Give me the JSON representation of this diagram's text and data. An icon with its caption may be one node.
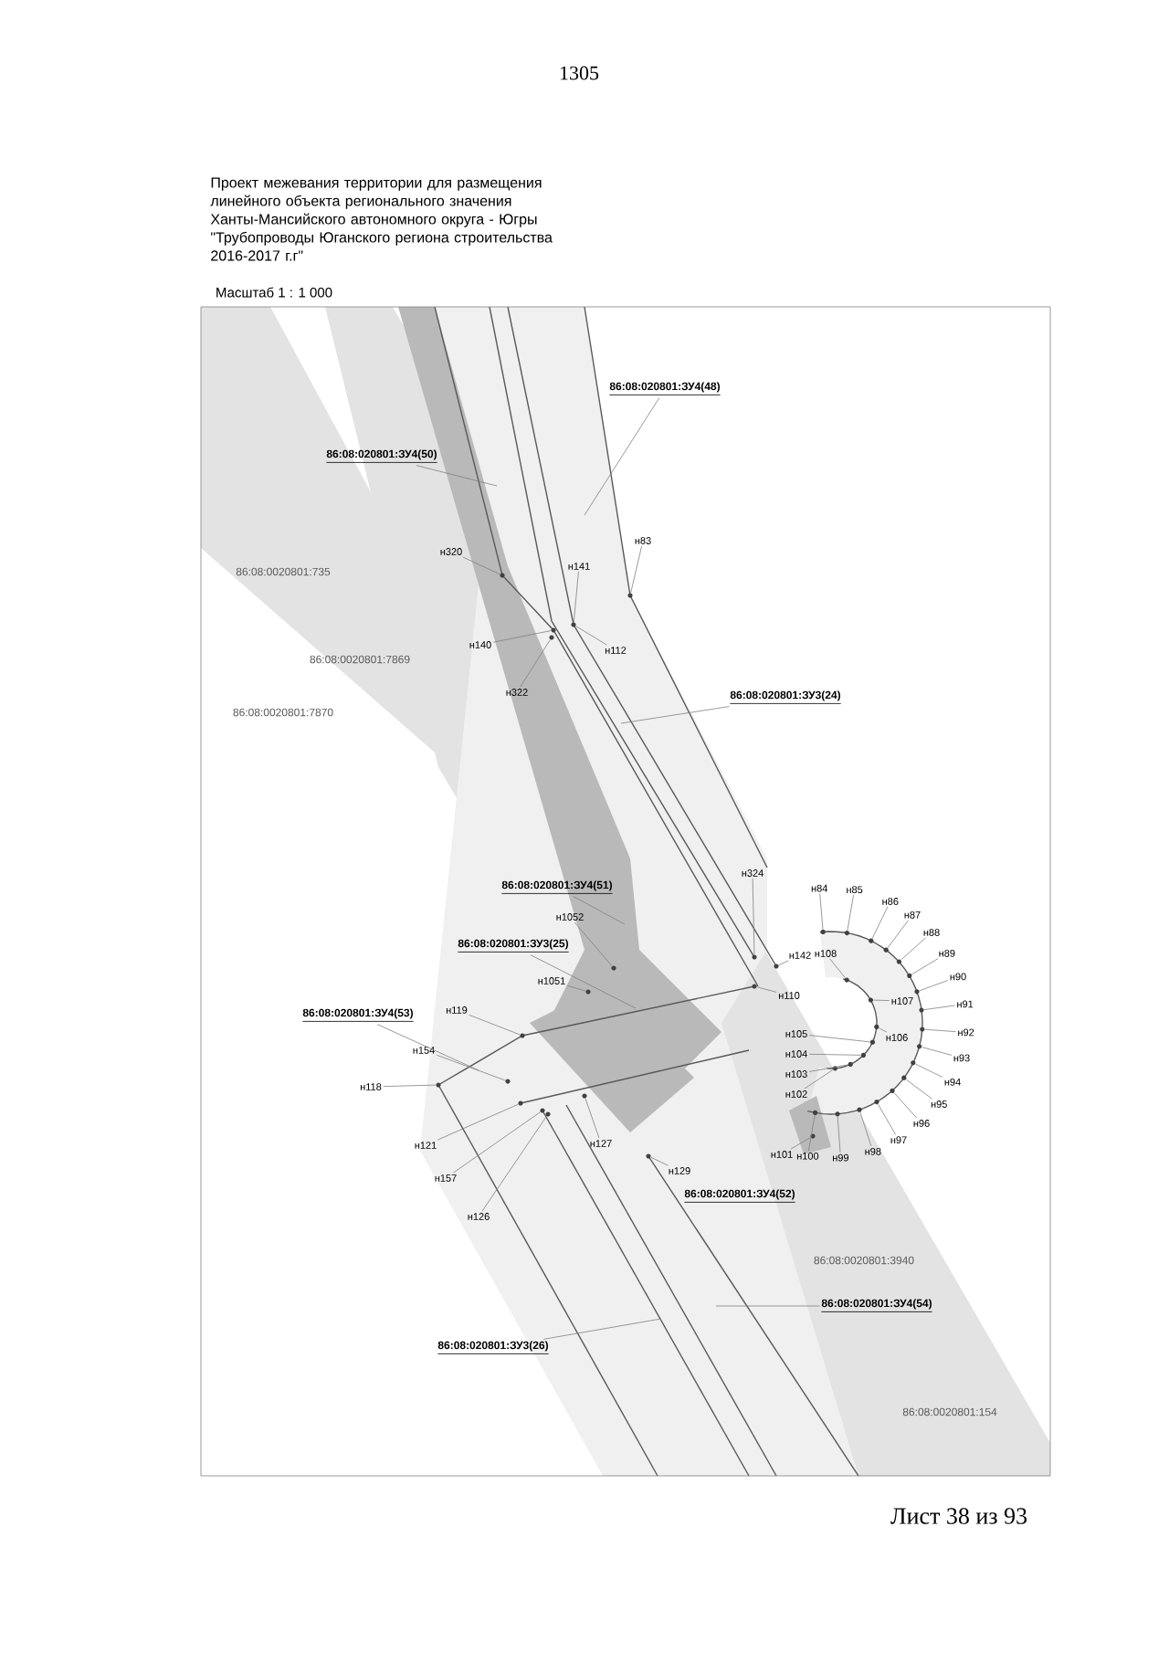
{
  "diagram": {
    "title": "Проект межевания территории для размещения линейного объекта регионального значения Ханты-Мансийского автономного округа - Югры \"Трубопроводы Юганского региона строительства 2016-2017 г.г\"",
    "nodes": [
      {
        "text": [
          "86:08:020801:ЗУ4(48)"
        ]
      },
      {
        "text": [
          "86:08:020801:ЗУ4(50)"
        ]
      },
      {
        "text": [
          "86:08:020801:ЗУ3(24)"
        ]
      },
      {
        "text": [
          "86:08:020801:ЗУ4(51)"
        ]
      },
      {
        "text": [
          "86:08:020801:ЗУ3(25)"
        ]
      },
      {
        "text": [
          "86:08:020801:ЗУ4(52)"
        ]
      },
      {
        "text": [
          "86:08:020801:ЗУ4(53)"
        ]
      },
      {
        "text": [
          "86:08:020801:ЗУ4(54)"
        ]
      },
      {
        "text": [
          "86:08:020801:ЗУ3(26)"
        ]
      },
      {
        "text": [
          "н320"
        ]
      },
      {
        "text": [
          "н141"
        ]
      },
      {
        "text": [
          "н83"
        ]
      },
      {
        "text": [
          "н140"
        ]
      },
      {
        "text": [
          "н112"
        ]
      },
      {
        "text": [
          "н322"
        ]
      },
      {
        "text": [
          "н324"
        ]
      },
      {
        "text": [
          "н84"
        ]
      },
      {
        "text": [
          "н85"
        ]
      },
      {
        "text": [
          "н86"
        ]
      },
      {
        "text": [
          "н87"
        ]
      },
      {
        "text": [
          "н88"
        ]
      },
      {
        "text": [
          "н89"
        ]
      },
      {
        "text": [
          "н90"
        ]
      },
      {
        "text": [
          "н91"
        ]
      },
      {
        "text": [
          "н92"
        ]
      },
      {
        "text": [
          "н93"
        ]
      },
      {
        "text": [
          "н94"
        ]
      },
      {
        "text": [
          "н95"
        ]
      },
      {
        "text": [
          "н96"
        ]
      },
      {
        "text": [
          "н97"
        ]
      },
      {
        "text": [
          "н98"
        ]
      },
      {
        "text": [
          "н99"
        ]
      },
      {
        "text": [
          "н100"
        ]
      },
      {
        "text": [
          "н101"
        ]
      },
      {
        "text": [
          "н102"
        ]
      },
      {
        "text": [
          "н103"
        ]
      },
      {
        "text": [
          "н104"
        ]
      },
      {
        "text": [
          "н105"
        ]
      },
      {
        "text": [
          "н106"
        ]
      },
      {
        "text": [
          "н107"
        ]
      },
      {
        "text": [
          "н108"
        ]
      },
      {
        "text": [
          "н142"
        ]
      },
      {
        "text": [
          "н110"
        ]
      },
      {
        "text": [
          "н119"
        ]
      },
      {
        "text": [
          "н1052"
        ]
      },
      {
        "text": [
          "н1051"
        ]
      },
      {
        "text": [
          "н154"
        ]
      },
      {
        "text": [
          "н118"
        ]
      },
      {
        "text": [
          "н121"
        ]
      },
      {
        "text": [
          "н157"
        ]
      },
      {
        "text": [
          "н126"
        ]
      },
      {
        "text": [
          "н127"
        ]
      },
      {
        "text": [
          "н129"
        ]
      },
      {
        "text": [],
        "shape": "circle"
      },
      {
        "text": [],
        "shape": "circle"
      },
      {
        "text": [],
        "shape": "circle"
      },
      {
        "text": [],
        "shape": "circle"
      },
      {
        "text": [],
        "shape": "circle"
      },
      {
        "text": [],
        "shape": "circle"
      },
      {
        "text": [],
        "shape": "circle"
      },
      {
        "text": [],
        "shape": "circle"
      },
      {
        "text": [],
        "shape": "circle"
      },
      {
        "text": [],
        "shape": "circle"
      },
      {
        "text": [],
        "shape": "circle"
      },
      {
        "text": [],
        "shape": "circle"
      },
      {
        "text": [],
        "shape": "circle"
      },
      {
        "text": [],
        "shape": "circle"
      },
      {
        "text": [],
        "shape": "circle"
      },
      {
        "text": [],
        "shape": "circle"
      },
      {
        "text": [],
        "shape": "circle"
      },
      {
        "text": [],
        "shape": "circle"
      },
      {
        "text": [],
        "shape": "circle"
      },
      {
        "text": [],
        "shape": "circle"
      },
      {
        "text": [],
        "shape": "circle"
      },
      {
        "text": [],
        "shape": "circle"
      },
      {
        "text": [],
        "shape": "circle"
      },
      {
        "text": [],
        "shape": "circle"
      },
      {
        "text": [],
        "shape": "circle"
      },
      {
        "text": [],
        "shape": "circle"
      },
      {
        "text": [],
        "shape": "circle"
      },
      {
        "text": [],
        "shape": "circle"
      },
      {
        "text": [],
        "shape": "circle"
      },
      {
        "text": [],
        "shape": "circle"
      },
      {
        "text": [],
        "shape": "circle"
      },
      {
        "text": [],
        "shape": "circle"
      },
      {
        "text": [],
        "shape": "circle"
      },
      {
        "text": [],
        "shape": "circle"
      },
      {
        "text": [],
        "shape": "circle"
      },
      {
        "text": [],
        "shape": "circle"
      },
      {
        "text": [],
        "shape": "circle"
      },
      {
        "text": [],
        "shape": "circle"
      },
      {
        "text": [],
        "shape": "circle"
      },
      {
        "text": [],
        "shape": "circle"
      },
      {
        "text": [],
        "shape": "circle"
      },
      {
        "text": [],
        "shape": "circle"
      },
      {
        "text": [],
        "shape": "circle"
      }
    ],
    "edges": [
      {
        "from": 0,
        "to": null,
        "arrow": "none"
      },
      {
        "from": 1,
        "to": null,
        "arrow": "none"
      },
      {
        "from": 2,
        "to": null,
        "arrow": "none"
      },
      {
        "from": 3,
        "to": null,
        "arrow": "none"
      },
      {
        "from": 4,
        "to": null,
        "arrow": "none"
      },
      {
        "from": 6,
        "to": null,
        "arrow": "none"
      },
      {
        "from": 7,
        "to": null,
        "arrow": "none"
      },
      {
        "from": 8,
        "to": null,
        "arrow": "none"
      },
      {
        "from": 9,
        "to": 53,
        "arrow": "none"
      },
      {
        "from": 10,
        "to": 54,
        "arrow": "none"
      },
      {
        "from": 11,
        "to": 55,
        "arrow": "none"
      },
      {
        "from": 12,
        "to": 56,
        "arrow": "none"
      },
      {
        "from": 13,
        "to": 54,
        "arrow": "none"
      },
      {
        "from": 14,
        "to": 57,
        "arrow": "none"
      },
      {
        "from": 15,
        "to": 58,
        "arrow": "none"
      },
      {
        "from": 16,
        "to": 59,
        "arrow": "none"
      },
      {
        "from": 17,
        "to": 60,
        "arrow": "none"
      },
      {
        "from": 18,
        "to": 61,
        "arrow": "none"
      },
      {
        "from": 19,
        "to": 62,
        "arrow": "none"
      },
      {
        "from": 20,
        "to": 63,
        "arrow": "none"
      },
      {
        "from": 21,
        "to": 64,
        "arrow": "none"
      },
      {
        "from": 22,
        "to": 65,
        "arrow": "none"
      },
      {
        "from": 23,
        "to": 66,
        "arrow": "none"
      },
      {
        "from": 24,
        "to": 67,
        "arrow": "none"
      },
      {
        "from": 25,
        "to": 68,
        "arrow": "none"
      },
      {
        "from": 26,
        "to": 69,
        "arrow": "none"
      },
      {
        "from": 27,
        "to": 70,
        "arrow": "none"
      },
      {
        "from": 28,
        "to": 71,
        "arrow": "none"
      },
      {
        "from": 29,
        "to": 72,
        "arrow": "none"
      },
      {
        "from": 30,
        "to": 73,
        "arrow": "none"
      },
      {
        "from": 31,
        "to": 74,
        "arrow": "none"
      },
      {
        "from": 32,
        "to": 75,
        "arrow": "none"
      },
      {
        "from": 33,
        "to": 76,
        "arrow": "none"
      },
      {
        "from": 34,
        "to": 77,
        "arrow": "none"
      },
      {
        "from": 35,
        "to": 78,
        "arrow": "none"
      },
      {
        "from": 36,
        "to": 79,
        "arrow": "none"
      },
      {
        "from": 37,
        "to": 80,
        "arrow": "none"
      },
      {
        "from": 38,
        "to": 81,
        "arrow": "none"
      },
      {
        "from": 39,
        "to": 82,
        "arrow": "none"
      },
      {
        "from": 40,
        "to": 83,
        "arrow": "none"
      },
      {
        "from": 41,
        "to": 84,
        "arrow": "none"
      },
      {
        "from": 42,
        "to": 85,
        "arrow": "none"
      },
      {
        "from": 43,
        "to": 86,
        "arrow": "none"
      },
      {
        "from": 44,
        "to": 87,
        "arrow": "none"
      },
      {
        "from": 45,
        "to": 88,
        "arrow": "none"
      },
      {
        "from": 46,
        "to": 89,
        "arrow": "none"
      },
      {
        "from": 47,
        "to": 90,
        "arrow": "none"
      },
      {
        "from": 48,
        "to": 91,
        "arrow": "none"
      },
      {
        "from": 49,
        "to": 92,
        "arrow": "none"
      },
      {
        "from": 50,
        "to": 93,
        "arrow": "none"
      },
      {
        "from": 51,
        "to": 94,
        "arrow": "none"
      },
      {
        "from": 52,
        "to": 95,
        "arrow": "none"
      }
    ],
    "labels": [
      "1305",
      "Масштаб 1 : 1 000",
      "86:08:0020801:735",
      "86:08:0020801:7869",
      "86:08:0020801:7870",
      "86:08:0020801:3940",
      "86:08:0020801:154",
      "Лист 38 из 93"
    ]
  }
}
